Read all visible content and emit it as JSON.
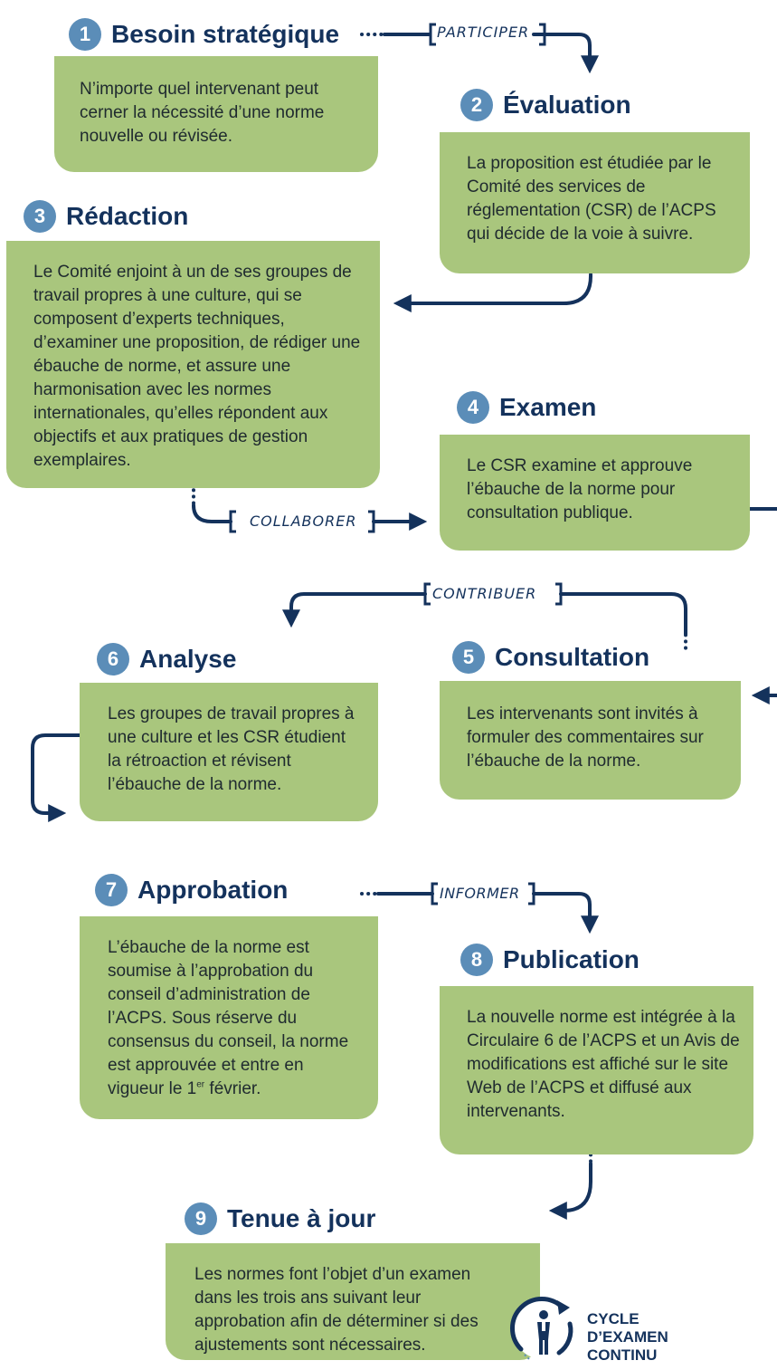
{
  "colors": {
    "navy": "#14325c",
    "circle": "#5b8db8",
    "box": "#a9c67d"
  },
  "steps": [
    {
      "num": "1",
      "title": "Besoin stratégique",
      "text": "N’importe quel intervenant peut cerner la nécessité d’une norme nouvelle ou révisée."
    },
    {
      "num": "2",
      "title": "Évaluation",
      "text": "La proposition est étudiée par le Comité des services de réglementation (CSR) de l’ACPS qui décide de la voie à suivre."
    },
    {
      "num": "3",
      "title": "Rédaction",
      "text": "Le Comité enjoint à un de ses groupes de travail propres à une culture, qui se composent d’experts techniques, d’examiner une proposition, de rédiger une ébauche de norme, et assure une harmonisation avec les normes internationales, qu’elles répondent aux objectifs et aux pratiques de gestion exemplaires."
    },
    {
      "num": "4",
      "title": "Examen",
      "text": "Le CSR examine et approuve l’ébauche de la norme pour consultation publique."
    },
    {
      "num": "5",
      "title": "Consultation",
      "text": "Les intervenants sont invités à formuler des commentaires sur l’ébauche de la norme."
    },
    {
      "num": "6",
      "title": "Analyse",
      "text": "Les groupes de travail propres à une culture et les CSR étudient la rétroaction et révisent l’ébauche de la norme."
    },
    {
      "num": "7",
      "title": "Approbation",
      "text": "L’ébauche de la norme est soumise à l’approbation du conseil d’administration de l’ACPS. Sous réserve du consensus du conseil, la norme est approuvée et entre en vigueur le 1",
      "text_sup": "er",
      "text_end": " février."
    },
    {
      "num": "8",
      "title": "Publication",
      "text": "La nouvelle norme est intégrée à la Circulaire 6 de l’ACPS et un Avis de modifications est affiché sur le site Web de l’ACPS et diffusé aux intervenants."
    },
    {
      "num": "9",
      "title": "Tenue à jour",
      "text": "Les normes font l’objet d’un examen dans les trois ans suivant leur approbation afin de déterminer si des ajustements sont nécessaires."
    }
  ],
  "labels": {
    "participer": "PARTICIPER",
    "collaborer": "COLLABORER",
    "contribuer": "CONTRIBUER",
    "informer": "INFORMER"
  },
  "cycle": {
    "line1": "CYCLE",
    "line2": "D’EXAMEN",
    "line3": "CONTINU",
    "icon": "continuous-review-cycle-icon"
  }
}
